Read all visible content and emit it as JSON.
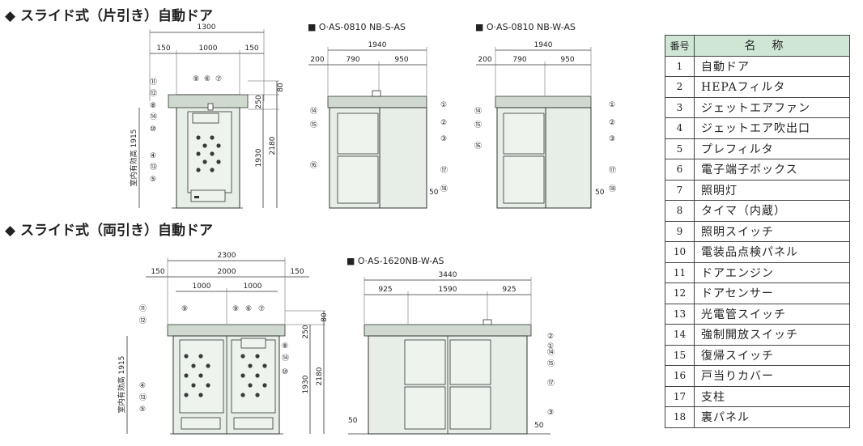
{
  "section1": {
    "title": "◆ スライド式（片引き）自動ドア",
    "front_dims": {
      "overall": "1300",
      "side_left": "150",
      "center": "1000",
      "side_right": "150",
      "v_top": "80",
      "v_header": "250",
      "v_effective": "室内有効高 1915",
      "v_inner": "1930",
      "v_total": "2180"
    },
    "model_s": {
      "label": "■ O·AS-0810 NB-S-AS",
      "width": "1940",
      "left": "200",
      "mid": "790",
      "right": "950",
      "foot": "50"
    },
    "model_w": {
      "label": "■ O·AS-0810 NB-W-AS",
      "width": "1940",
      "left": "200",
      "mid": "790",
      "right": "950",
      "foot": "50"
    }
  },
  "section2": {
    "title": "◆ スライド式（両引き）自動ドア",
    "front_dims": {
      "overall": "2300",
      "side_left": "150",
      "center": "2000",
      "side_right": "150",
      "half_left": "1000",
      "half_right": "1000",
      "v_top": "80",
      "v_header": "250",
      "v_effective": "室内有効高 1915",
      "v_inner": "1930",
      "v_total": "2180"
    },
    "model_l": {
      "label": "■ O·AS-1620NB-W-AS",
      "width": "3440",
      "left": "925",
      "mid": "1590",
      "right": "925",
      "foot_left": "50",
      "foot_right": "50"
    }
  },
  "callouts": [
    "①",
    "②",
    "③",
    "④",
    "⑤",
    "⑥",
    "⑦",
    "⑧",
    "⑨",
    "⑩",
    "⑪",
    "⑫",
    "⑬",
    "⑭",
    "⑮",
    "⑯",
    "⑰",
    "⑱"
  ],
  "parts_table": {
    "header_no": "番号",
    "header_name": "名称",
    "rows": [
      {
        "no": "1",
        "name": "自動ドア"
      },
      {
        "no": "2",
        "name": "HEPAフィルタ"
      },
      {
        "no": "3",
        "name": "ジェットエアファン"
      },
      {
        "no": "4",
        "name": "ジェットエア吹出口"
      },
      {
        "no": "5",
        "name": "プレフィルタ"
      },
      {
        "no": "6",
        "name": "電子端子ボックス"
      },
      {
        "no": "7",
        "name": "照明灯"
      },
      {
        "no": "8",
        "name": "タイマ（内蔵）"
      },
      {
        "no": "9",
        "name": "照明スイッチ"
      },
      {
        "no": "10",
        "name": "電装品点検パネル"
      },
      {
        "no": "11",
        "name": "ドアエンジン"
      },
      {
        "no": "12",
        "name": "ドアセンサー"
      },
      {
        "no": "13",
        "name": "光電管スイッチ"
      },
      {
        "no": "14",
        "name": "強制開放スイッチ"
      },
      {
        "no": "15",
        "name": "復帰スイッチ"
      },
      {
        "no": "16",
        "name": "戸当りカバー"
      },
      {
        "no": "17",
        "name": "支柱"
      },
      {
        "no": "18",
        "name": "裏パネル"
      }
    ]
  },
  "colors": {
    "table_header": "#cfe6d5",
    "panel": "#e7eee7"
  }
}
